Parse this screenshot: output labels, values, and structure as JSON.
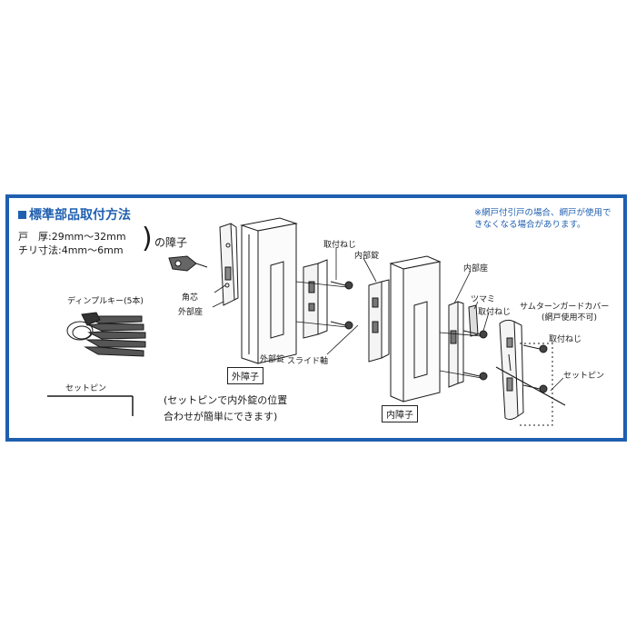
{
  "header": {
    "title": "標準部品取付方法",
    "door_thickness": "戸　厚:29mm〜32mm",
    "chiri": "チリ寸法:4mm〜6mm",
    "shoji": "の障子",
    "note_line1": "※網戸付引戸の場合、網戸が使用で",
    "note_line2": "きなくなる場合があります。"
  },
  "labels": {
    "dimple_key": "ディンプルキー(5本)",
    "set_pin_left": "セットピン",
    "kakushin": "角芯",
    "gaibuza": "外部座",
    "gaibujo": "外部錠",
    "outer_shoji": "外障子",
    "toritsuke_neji_1": "取付ねじ",
    "naibujo": "内部錠",
    "slide_jiku": "スライド軸",
    "naibuza": "内部座",
    "tsumami": "ツマミ",
    "toritsuke_neji_2": "取付ねじ",
    "thumbturn_cover": "サムターンガードカバー",
    "amido_fuka": "(網戸使用不可)",
    "toritsuke_neji_3": "取付ねじ",
    "set_pin_right": "セットピン",
    "inner_shoji": "内障子",
    "paren_line1": "(セットピンで内外錠の位置",
    "paren_line2": "合わせが簡単にできます)"
  },
  "colors": {
    "accent": "#1f5fb0",
    "ink": "#1a1a1a"
  }
}
